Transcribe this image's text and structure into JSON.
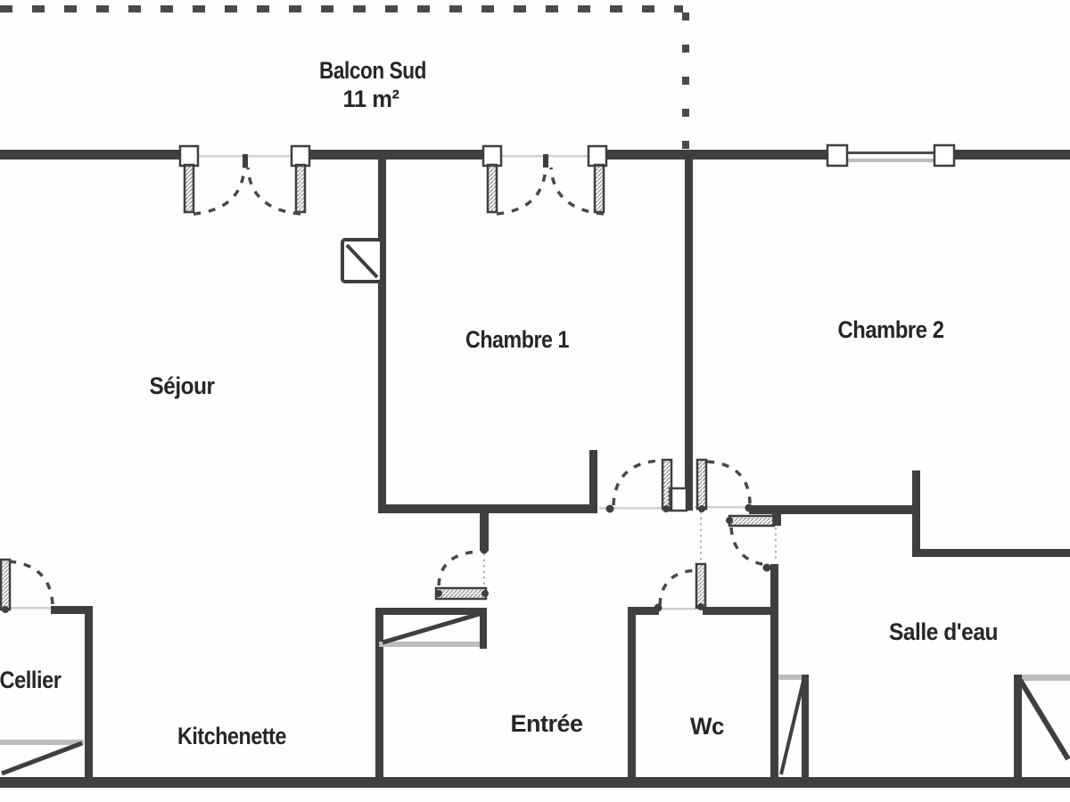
{
  "plan": {
    "balcony": {
      "name": "Balcon Sud",
      "area": "11 m²"
    },
    "rooms": {
      "sejour": "Séjour",
      "chambre1": "Chambre 1",
      "chambre2": "Chambre 2",
      "cellier": "Cellier",
      "kitchenette": "Kitchenette",
      "entree": "Entrée",
      "wc": "Wc",
      "salle_deau": "Salle d'eau"
    },
    "colors": {
      "wall": "#3f3f3f",
      "paper": "#ffffff",
      "hatch_line": "#8f8f8f",
      "light_strip": "#bdbdbd",
      "threshold": "#cfcfcf",
      "dash": "#4a4a4a",
      "text": "#262626"
    }
  }
}
